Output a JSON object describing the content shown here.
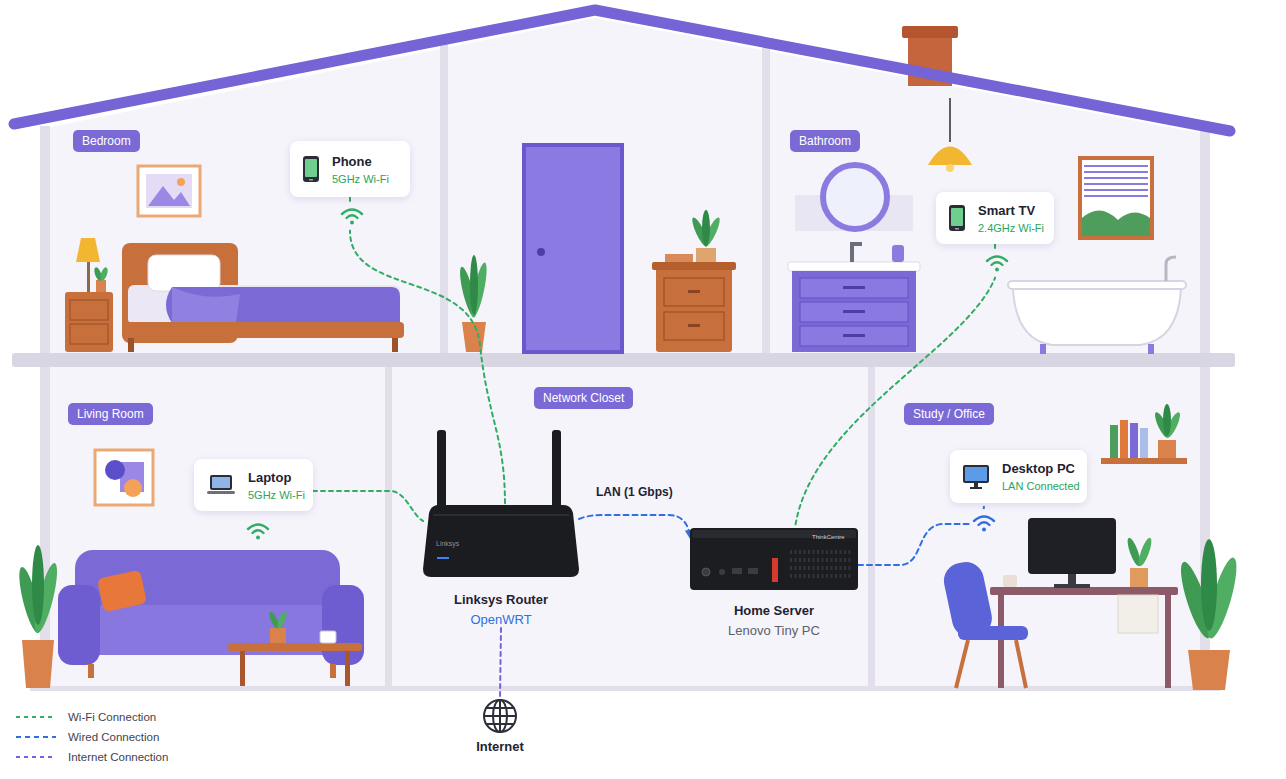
{
  "diagram": {
    "nodes": [
      {
        "text": [
          "Bedroom"
        ]
      },
      {
        "text": [
          "Phone",
          "5GHz Wi-Fi"
        ]
      },
      {
        "text": [
          "Bathroom"
        ]
      },
      {
        "text": [
          "Smart TV",
          "2.4GHz Wi-Fi"
        ]
      },
      {
        "text": [
          "Living Room"
        ]
      },
      {
        "text": [
          "Network Closet"
        ]
      },
      {
        "text": [
          "Study / Office"
        ]
      },
      {
        "text": [
          "Laptop",
          "5GHz Wi-Fi"
        ]
      },
      {
        "text": [
          "Desktop PC",
          "LAN Connected"
        ]
      },
      {
        "text": [
          "Linksys Router",
          "OpenWRT"
        ]
      },
      {
        "text": [
          "Home Server",
          "Lenovo Tiny PC"
        ]
      },
      {
        "text": [
          "Internet"
        ]
      }
    ],
    "edges": [
      {
        "from": 1,
        "to": 9,
        "arrow": "none"
      },
      {
        "from": 7,
        "to": 9,
        "arrow": "none"
      },
      {
        "from": 3,
        "to": 10,
        "arrow": "none"
      },
      {
        "from": 9,
        "to": 10,
        "label": "LAN (1 Gbps)",
        "arrow": "to"
      },
      {
        "from": 10,
        "to": 8,
        "arrow": "none"
      },
      {
        "from": 9,
        "to": 11,
        "arrow": "none"
      }
    ],
    "labels": [
      "Linksys",
      "ThinkCentre"
    ],
    "legend": [
      {
        "text": "Wi-Fi Connection"
      },
      {
        "text": "Wired Connection"
      },
      {
        "text": "Internet Connection"
      }
    ]
  }
}
